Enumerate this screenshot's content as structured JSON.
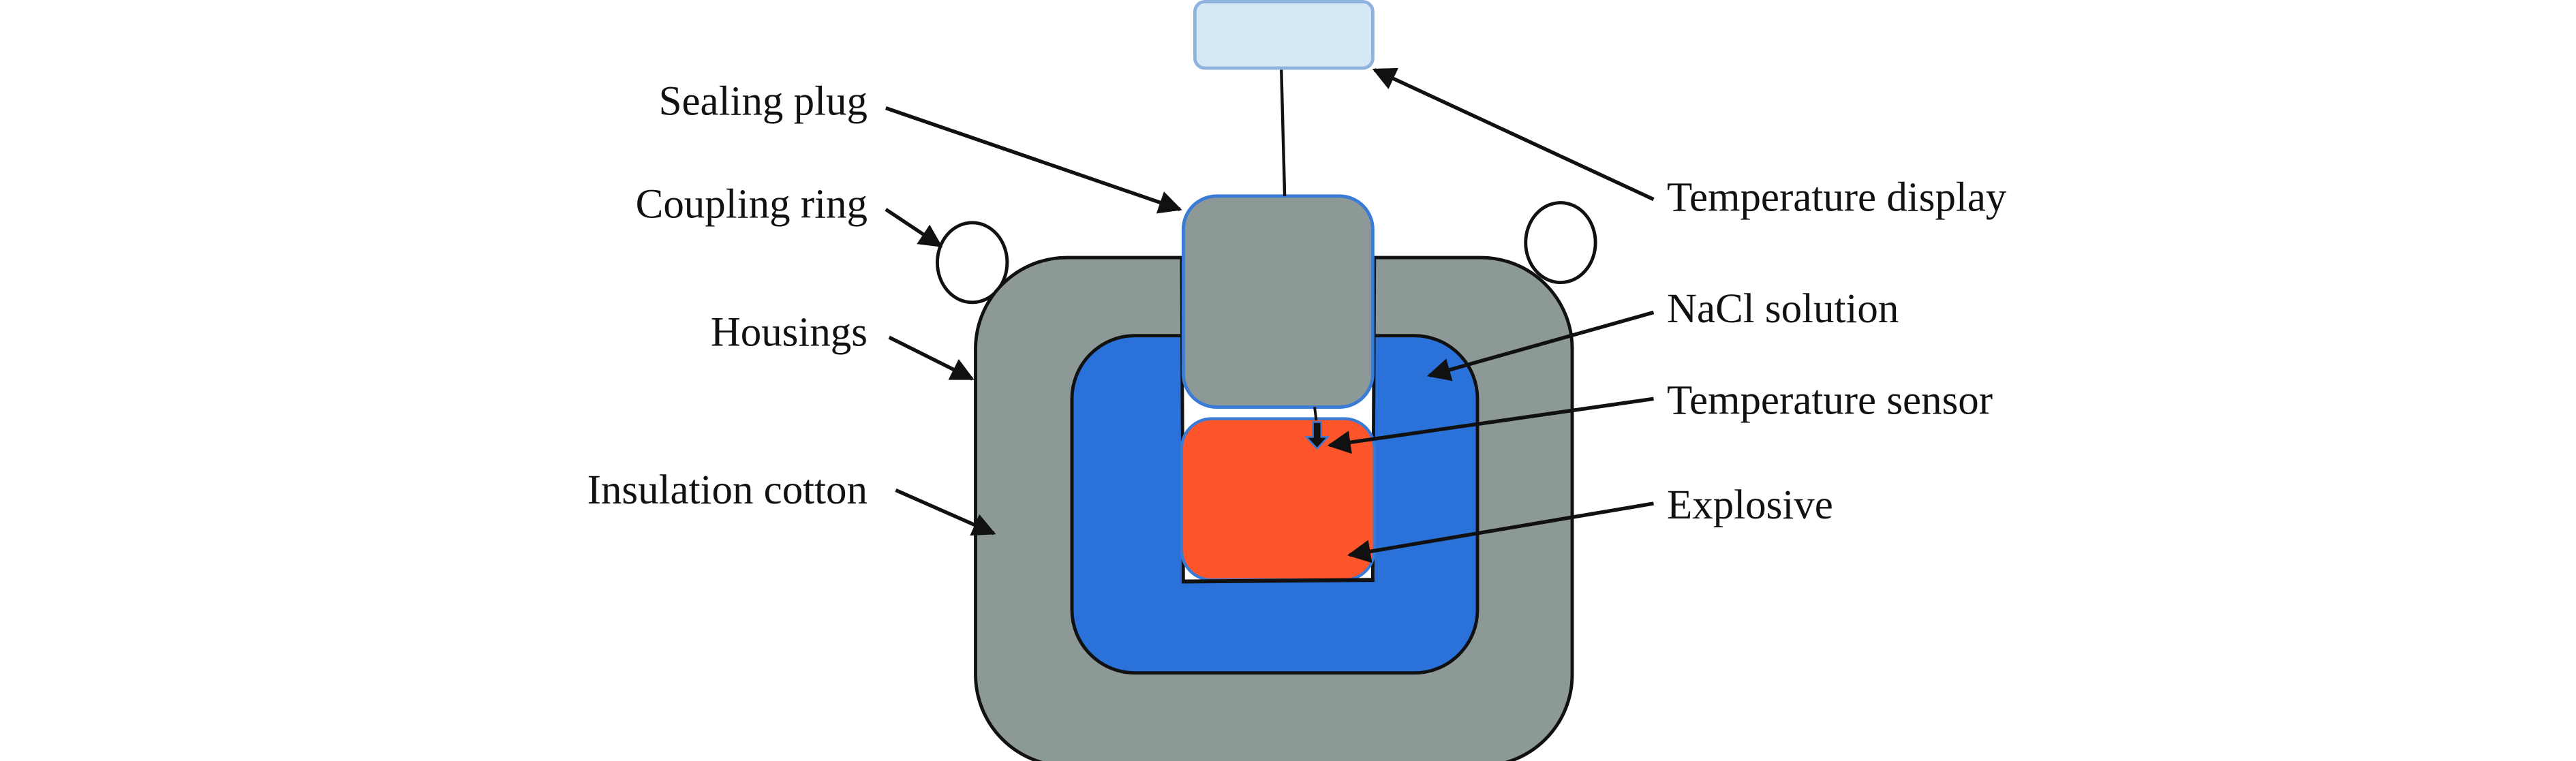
{
  "diagram": {
    "title": "Explosive heating test device schematic",
    "labels": {
      "sealing_plug": "Sealing plug",
      "coupling_ring": "Coupling ring",
      "housings": "Housings",
      "insulation_cotton": "Insulation cotton",
      "temperature_display": "Temperature display",
      "nacl_solution": "NaCl solution",
      "temperature_sensor": "Temperature sensor",
      "explosive": "Explosive"
    },
    "colors": {
      "housing": "#8C9996",
      "nacl": "#2A72DA",
      "explosive": "#FF552B",
      "display": "#D5E8F6",
      "display_border": "#8FB3DE",
      "plug_border": "#3A7BD5",
      "outline": "#111111"
    }
  }
}
